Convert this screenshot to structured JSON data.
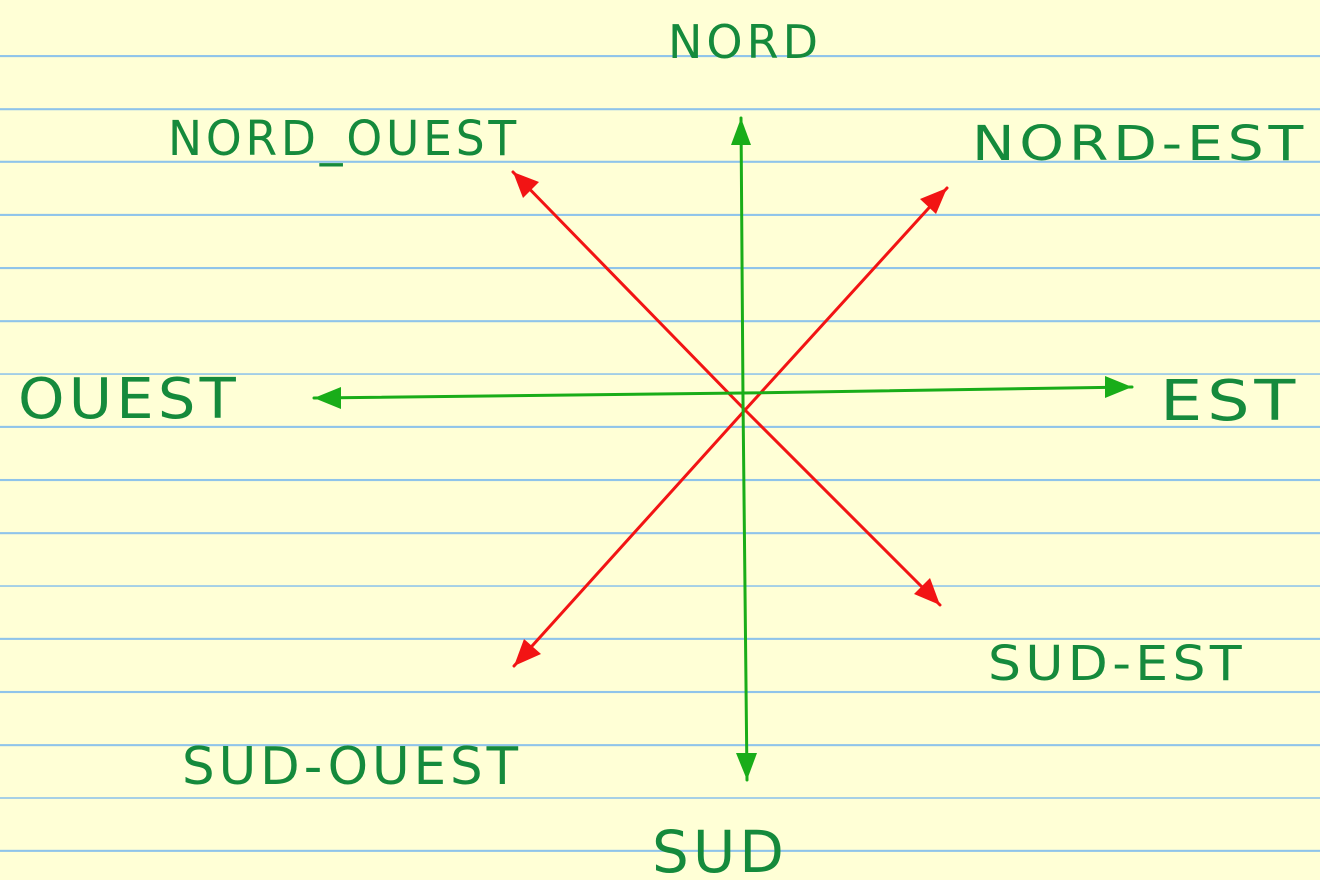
{
  "colors": {
    "paper": "#ffffd6",
    "rule_lines": "#8fc4ea",
    "cardinal_arrows": "#19ad19",
    "intercardinal_arrows": "#f21414",
    "label_text": "#158a3c"
  },
  "directions": {
    "nord": "NORD",
    "nord_ouest": "NORD_OUEST",
    "nord_est": "NORD-EST",
    "ouest": "OUEST",
    "est": "EST",
    "sud_est": "SUD-EST",
    "sud_ouest": "SUD-OUEST",
    "sud": "SUD"
  }
}
